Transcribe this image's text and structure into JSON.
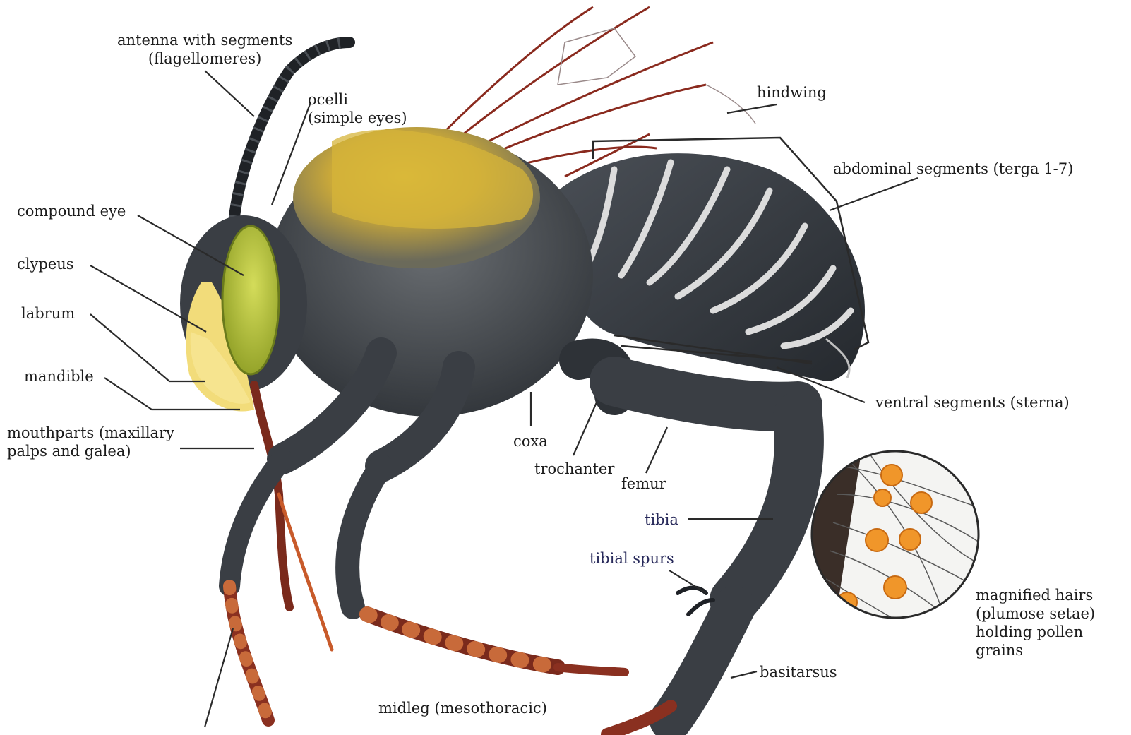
{
  "labels": {
    "antenna": [
      "antenna with segments",
      "(flagellomeres)"
    ],
    "ocelli": [
      "ocelli",
      "(simple eyes)"
    ],
    "hindwing": "hindwing",
    "abdominal": "abdominal segments (terga 1-7)",
    "compound_eye": "compound eye",
    "clypeus": "clypeus",
    "labrum": "labrum",
    "mandible": "mandible",
    "mouthparts": [
      "mouthparts (maxillary",
      "palps and galea)"
    ],
    "coxa": "coxa",
    "trochanter": "trochanter",
    "femur": "femur",
    "ventral": "ventral segments (sterna)",
    "tibia": "tibia",
    "tibial_spurs": "tibial spurs",
    "magnified": [
      "magnified hairs",
      "(plumose setae)",
      "holding pollen",
      "grains"
    ],
    "basitarsus": "basitarsus",
    "midleg": "midleg (mesothoracic)"
  },
  "colors": {
    "eye": "#b8c43a",
    "thorax_hair": "#d8b832",
    "body": "#34393f",
    "pollen": "#f0962a",
    "leg_red": "#8a3020",
    "label": "#1c1c1c"
  }
}
